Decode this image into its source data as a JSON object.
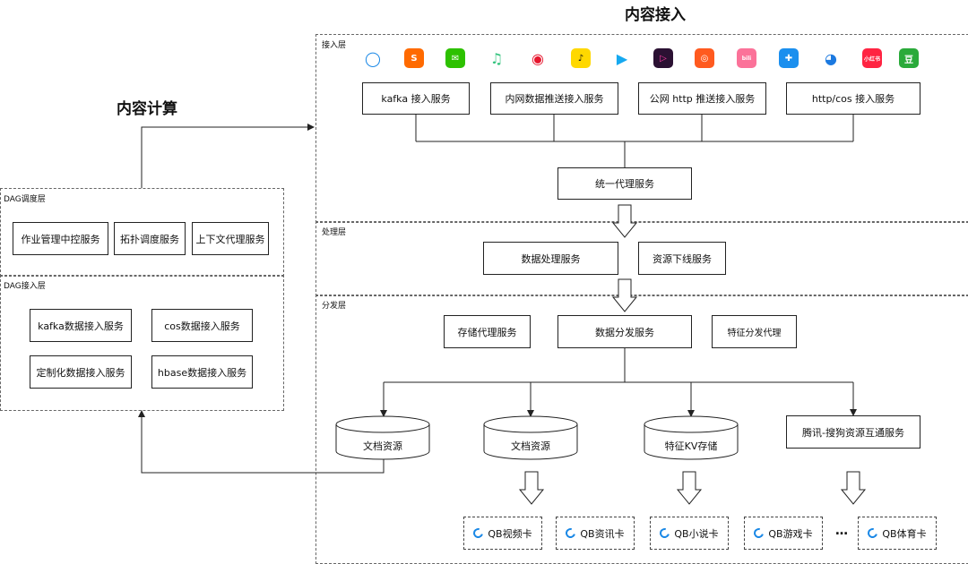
{
  "titles": {
    "content_access": "内容接入",
    "content_compute": "内容计算"
  },
  "layers": {
    "access": "接入层",
    "processing": "处理层",
    "distribution": "分发层",
    "dag_schedule": "DAG调度层",
    "dag_access": "DAG接入层"
  },
  "apps": [
    {
      "name": "qq-browser-icon",
      "glyph": "◯",
      "bg": "#ffffff",
      "fg": "#1a88e6"
    },
    {
      "name": "sogou-icon",
      "glyph": "S",
      "bg": "#ff6a00",
      "fg": "#ffffff"
    },
    {
      "name": "wechat-icon",
      "glyph": "✉",
      "bg": "#2dc100",
      "fg": "#ffffff"
    },
    {
      "name": "qq-music-icon",
      "glyph": "♫",
      "bg": "#ffffff",
      "fg": "#31c27c"
    },
    {
      "name": "weibo-icon",
      "glyph": "◉",
      "bg": "#ffffff",
      "fg": "#e6162d"
    },
    {
      "name": "qq-music-yellow-icon",
      "glyph": "♪",
      "bg": "#ffd800",
      "fg": "#111111"
    },
    {
      "name": "tencent-video-icon",
      "glyph": "▶",
      "bg": "#ffffff",
      "fg": "#16a9f0"
    },
    {
      "name": "weishi-icon",
      "glyph": "▷",
      "bg": "#2b1133",
      "fg": "#ff3ea5"
    },
    {
      "name": "kuaishou-icon",
      "glyph": "◎",
      "bg": "#ff5a1f",
      "fg": "#ffffff"
    },
    {
      "name": "bilibili-icon",
      "glyph": "bili",
      "bg": "#fb7299",
      "fg": "#ffffff"
    },
    {
      "name": "tencent-news-icon",
      "glyph": "✚",
      "bg": "#1b8fee",
      "fg": "#ffffff"
    },
    {
      "name": "qq-penguin-icon",
      "glyph": "◕",
      "bg": "#ffffff",
      "fg": "#1b79e0"
    },
    {
      "name": "xiaohongshu-icon",
      "glyph": "小红书",
      "bg": "#ff2442",
      "fg": "#ffffff"
    },
    {
      "name": "douban-icon",
      "glyph": "豆",
      "bg": "#2aaa3a",
      "fg": "#ffffff"
    }
  ],
  "access_services": [
    "kafka 接入服务",
    "内网数据推送接入服务",
    "公网 http 推送接入服务",
    "http/cos 接入服务"
  ],
  "unified_proxy": "统一代理服务",
  "processing_services": [
    "数据处理服务",
    "资源下线服务"
  ],
  "distribution": {
    "storage_proxy": "存储代理服务",
    "data_distribution": "数据分发服务",
    "feature_proxy": "特征分发代理",
    "doc_resource_1": "文档资源",
    "doc_resource_2": "文档资源",
    "feature_kv": "特征KV存储",
    "interop": "腾讯-搜狗资源互通服务"
  },
  "cards": [
    "QB视频卡",
    "QB资讯卡",
    "QB小说卡",
    "QB游戏卡",
    "QB体育卡"
  ],
  "ellipsis": "…",
  "dag_schedule_services": [
    "作业管理中控服务",
    "拓扑调度服务",
    "上下文代理服务"
  ],
  "dag_access_services": [
    "kafka数据接入服务",
    "cos数据接入服务",
    "定制化数据接入服务",
    "hbase数据接入服务"
  ]
}
